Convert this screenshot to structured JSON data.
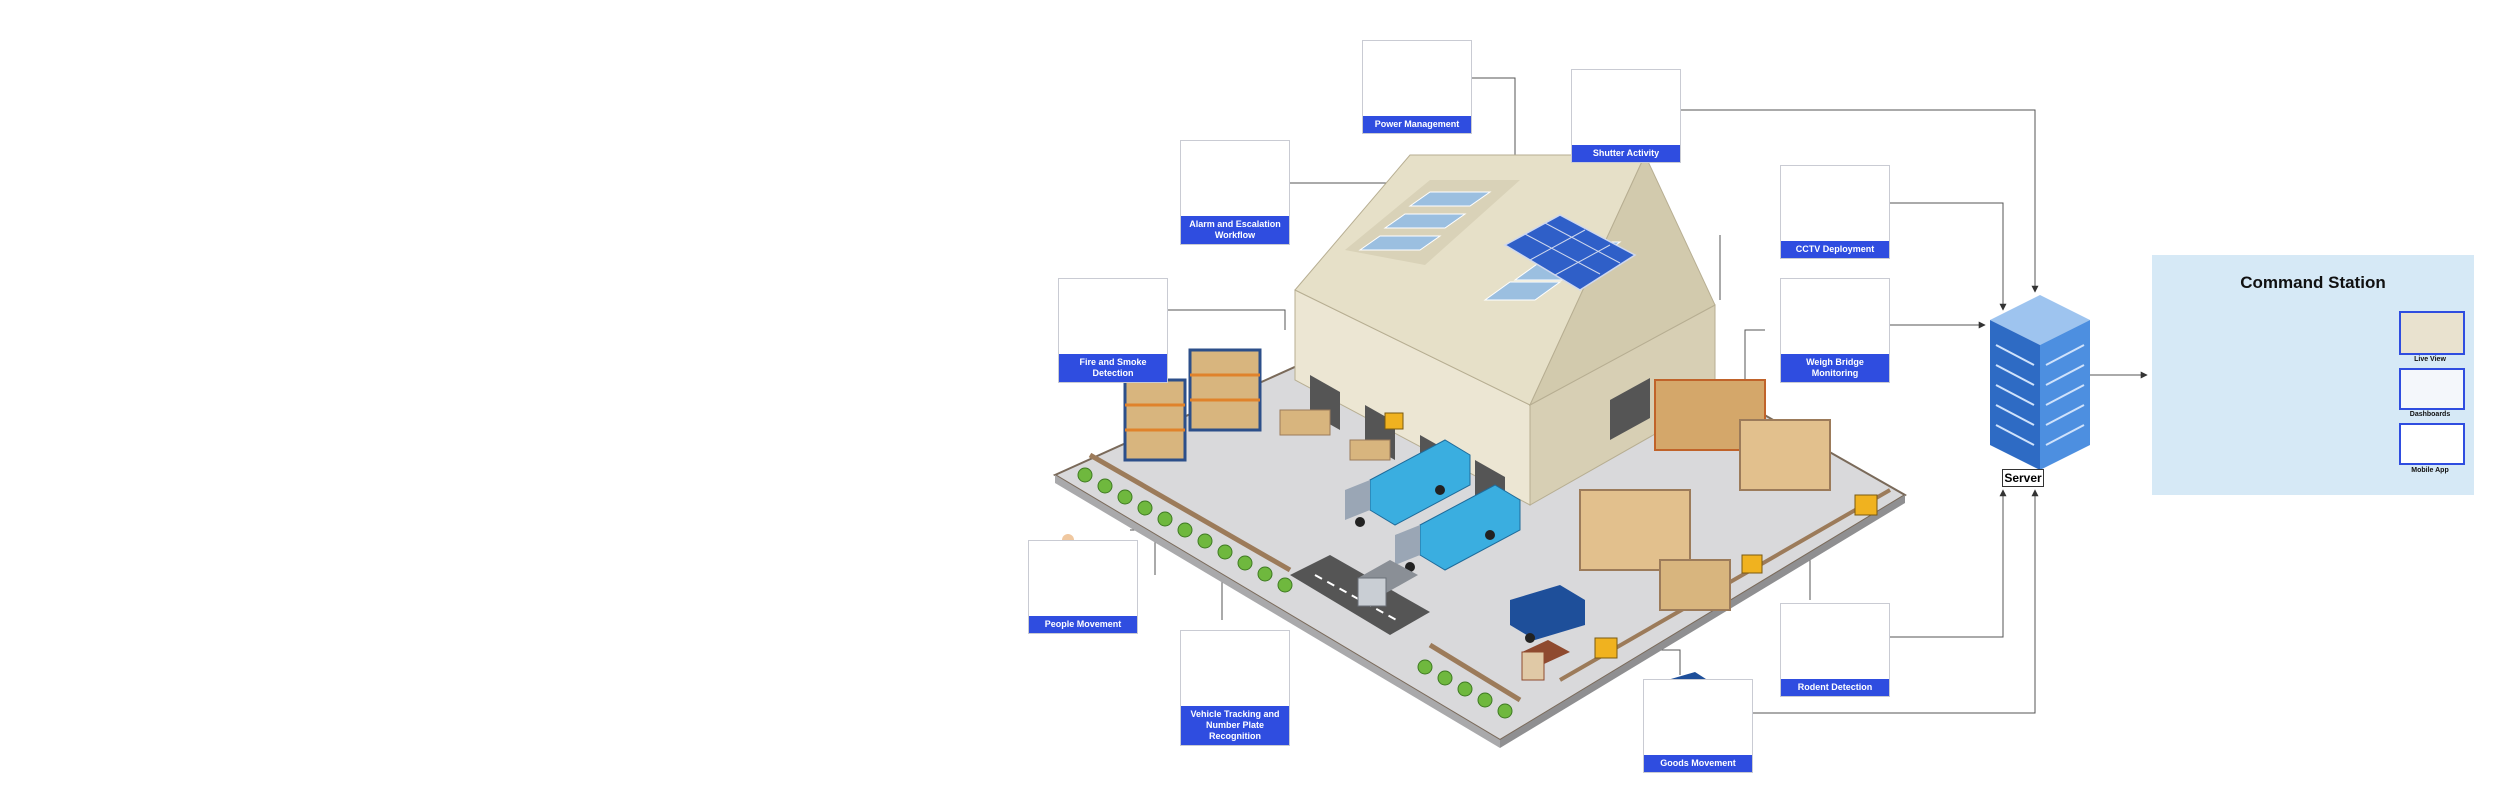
{
  "features": {
    "power_management": "Power Management",
    "shutter_activity": "Shutter Activity",
    "alarm_workflow": "Alarm and Escalation Workflow",
    "cctv_deployment": "CCTV Deployment",
    "fire_smoke": "Fire and Smoke Detection",
    "weigh_bridge": "Weigh Bridge Monitoring",
    "people_movement": "People Movement",
    "vehicle_tracking": "Vehicle Tracking and Number Plate Recognition",
    "rodent_detection": "Rodent Detection",
    "goods_movement": "Goods Movement"
  },
  "server": {
    "label": "Server"
  },
  "command_station": {
    "title": "Command Station",
    "live_view": "Live View",
    "dashboards": "Dashboards",
    "mobile_app": "Mobile App"
  },
  "colors": {
    "label_bg": "#2f4de0",
    "panel_bg": "#d6e9f6",
    "server_blue": "#3c7fd6"
  }
}
